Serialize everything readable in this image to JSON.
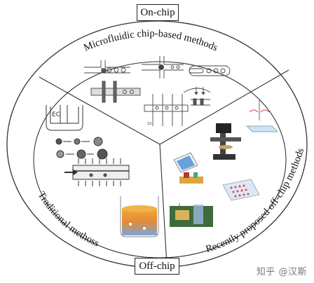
{
  "labels": {
    "top": "On-chip",
    "bottom": "Off-chip",
    "arc_top": "Microfluidic chip-based methods",
    "arc_left": "Traditional methoss",
    "arc_right": "Recently proposed off-chip methods"
  },
  "watermark": "知乎 @汉斯"
}
